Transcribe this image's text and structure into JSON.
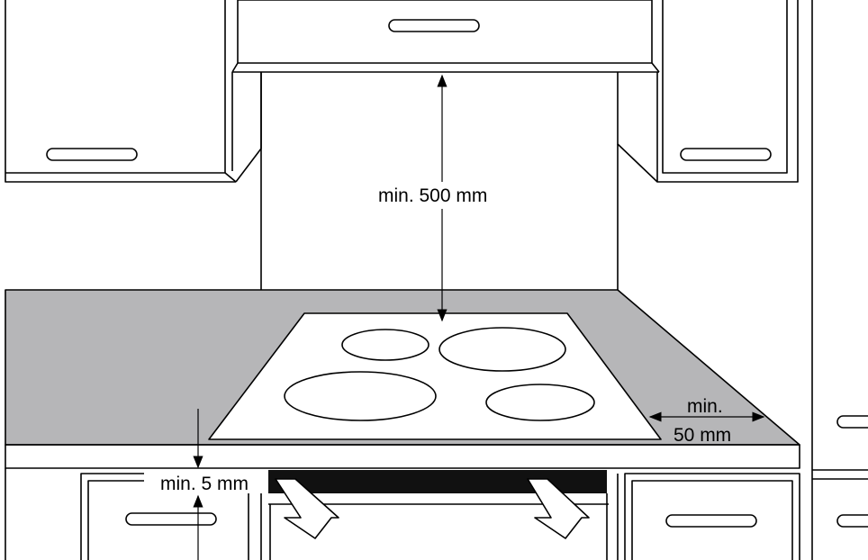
{
  "labels": {
    "clearance_above": "min. 500 mm",
    "clearance_side_line1": "min.",
    "clearance_side_line2": "50 mm",
    "clearance_below": "min. 5 mm"
  },
  "colors": {
    "worktop": "#b6b6b8",
    "line": "#000000",
    "background": "#ffffff",
    "vent_strip": "#111111"
  }
}
